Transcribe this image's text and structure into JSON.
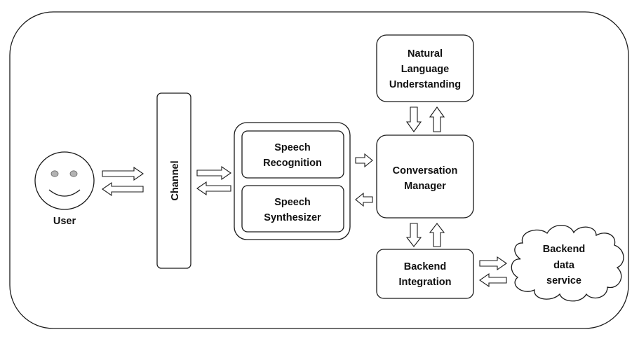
{
  "user": {
    "label": "User"
  },
  "channel": {
    "label": "Channel"
  },
  "speech_recognition": {
    "line1": "Speech",
    "line2": "Recognition"
  },
  "speech_synthesizer": {
    "line1": "Speech",
    "line2": "Synthesizer"
  },
  "nlu": {
    "line1": "Natural",
    "line2": "Language",
    "line3": "Understanding"
  },
  "conversation_manager": {
    "line1": "Conversation",
    "line2": "Manager"
  },
  "backend_integration": {
    "line1": "Backend",
    "line2": "Integration"
  },
  "backend_data_service": {
    "line1": "Backend",
    "line2": "data",
    "line3": "service"
  },
  "colors": {
    "stroke": "#1a1a1a",
    "face_eyes": "#b3b3b3",
    "background": "#ffffff"
  }
}
